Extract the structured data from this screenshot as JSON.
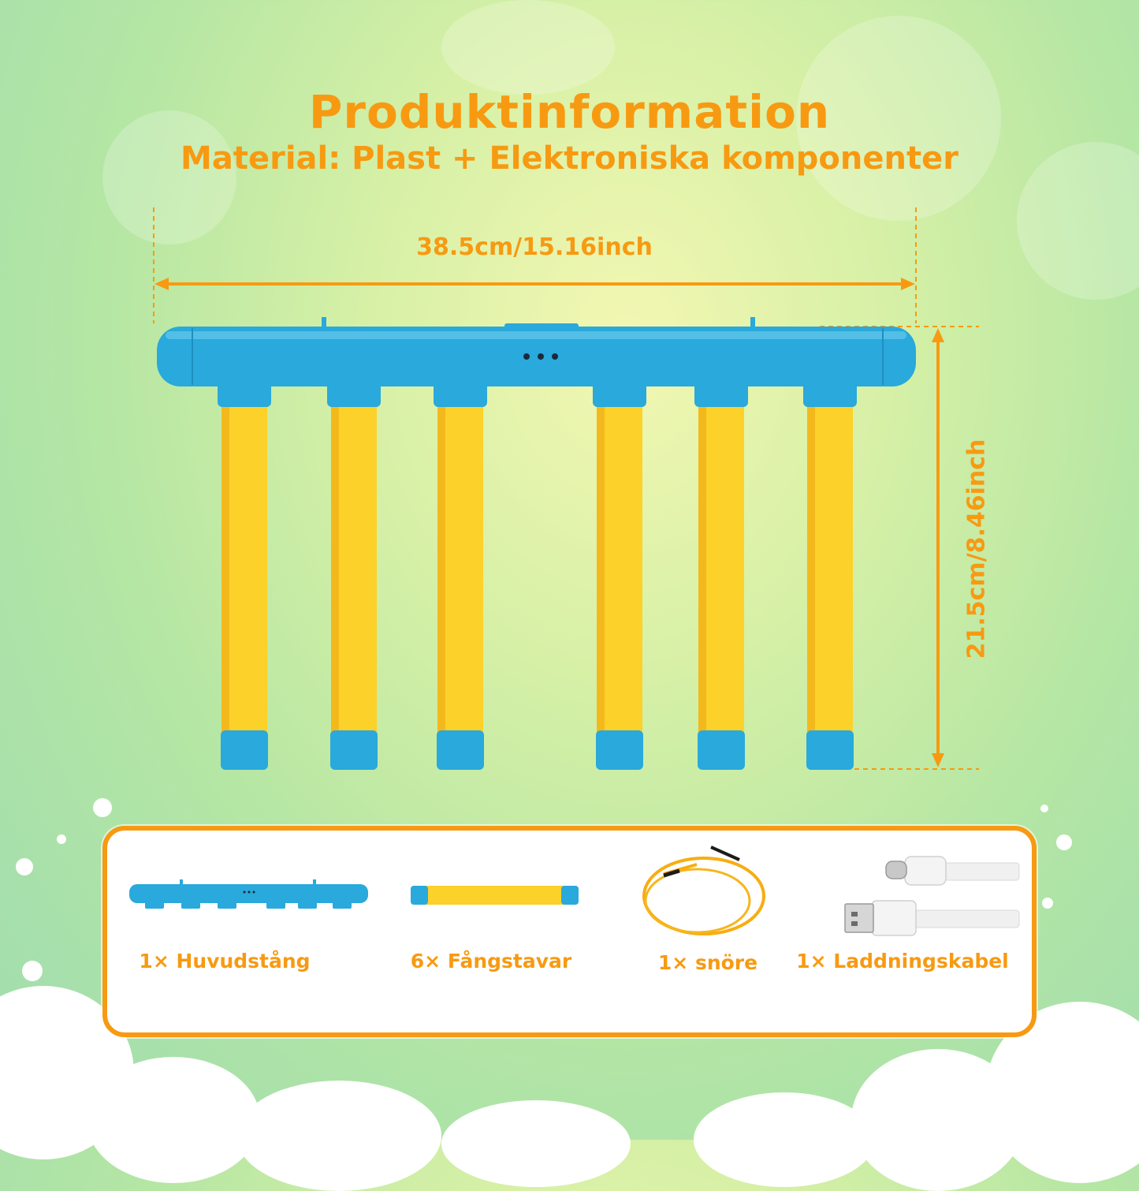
{
  "header": {
    "title": "Produktinformation",
    "subtitle": "Material: Plast + Elektroniska komponenter"
  },
  "dimensions": {
    "width": "38.5cm/15.16inch",
    "height": "21.5cm/8.46inch"
  },
  "contents": {
    "items": [
      {
        "label": "1× Huvudstång",
        "icon": "main-bar-icon"
      },
      {
        "label": "6× Fångstavar",
        "icon": "catch-stick-icon"
      },
      {
        "label": "1× snöre",
        "icon": "rope-icon"
      },
      {
        "label": "1× Laddningskabel",
        "icon": "usb-cable-icon"
      }
    ]
  },
  "colors": {
    "accent": "#f79a12",
    "bar_blue": "#29a9dc",
    "stick_yellow": "#fbd12a",
    "panel_bg": "#ffffff"
  }
}
